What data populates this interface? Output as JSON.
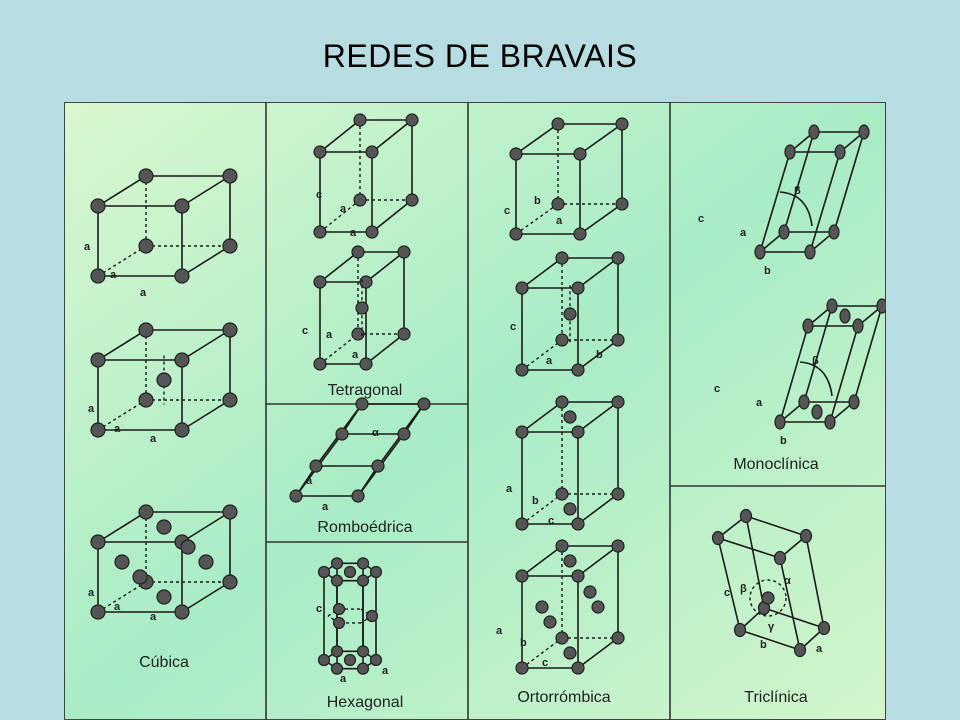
{
  "title": "REDES DE BRAVAIS",
  "colors": {
    "page_background": "#b7dde2",
    "panel_light": "#d9f7cf",
    "panel_mid": "#9fe8c4",
    "atom": "#555555",
    "line": "#1a1a1a"
  },
  "systems": {
    "cubic": "Cúbica",
    "tetragonal": "Tetragonal",
    "rhombohedral": "Romboédrica",
    "hexagonal": "Hexagonal",
    "orthorhombic": "Ortorrómbica",
    "monoclinic": "Monoclínica",
    "triclinic": "Triclínica"
  },
  "axis_labels": {
    "a": "a",
    "b": "b",
    "c": "c",
    "alpha": "α",
    "beta": "β",
    "gamma": "γ"
  }
}
